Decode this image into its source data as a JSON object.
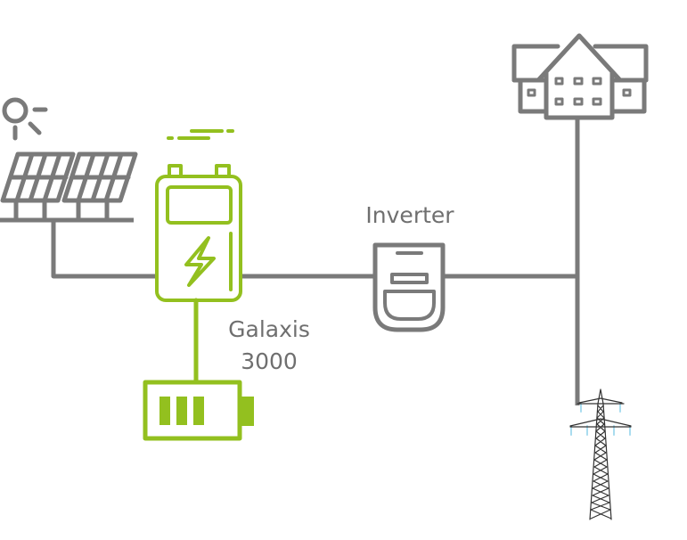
{
  "colors": {
    "line": "#7a7a7a",
    "accent": "#93c01f",
    "insulator": "#a9dcef"
  },
  "labels": {
    "inverter": "Inverter",
    "device_line1": "Galaxis",
    "device_line2": "3000"
  },
  "icons": [
    "sun-icon",
    "solar-panel-icon",
    "galaxis-unit-icon",
    "battery-icon",
    "inverter-icon",
    "house-icon",
    "power-pylon-icon"
  ],
  "battery_level_bars": 3
}
